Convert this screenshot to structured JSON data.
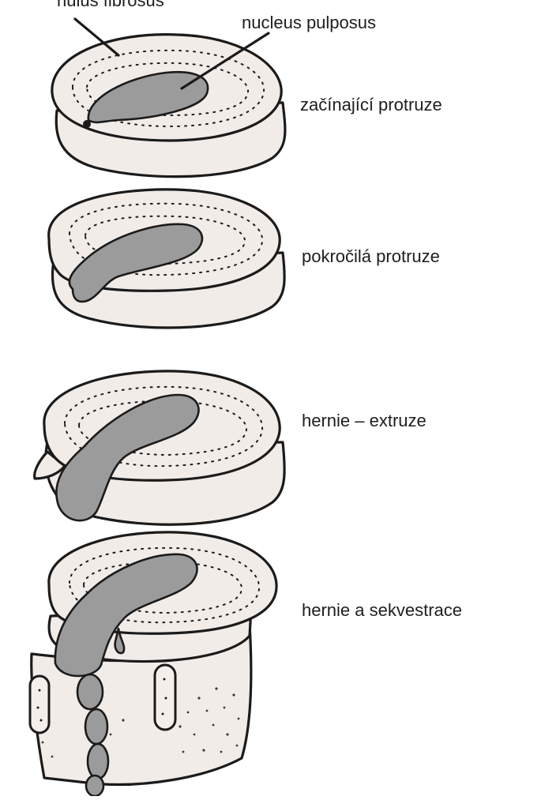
{
  "labels": {
    "annulus": "nulus fibrosus",
    "nucleus": "nucleus pulposus"
  },
  "stages": [
    {
      "name": "začínající protruze"
    },
    {
      "name": "pokročilá protruze"
    },
    {
      "name": "hernie – extruze"
    },
    {
      "name": "hernie a sekvestrace"
    }
  ],
  "colors": {
    "annulus_fill": "#f2ece8",
    "nucleus_fill": "#9b9b9b",
    "outline": "#1b1b1b",
    "background": "#ffffff"
  }
}
